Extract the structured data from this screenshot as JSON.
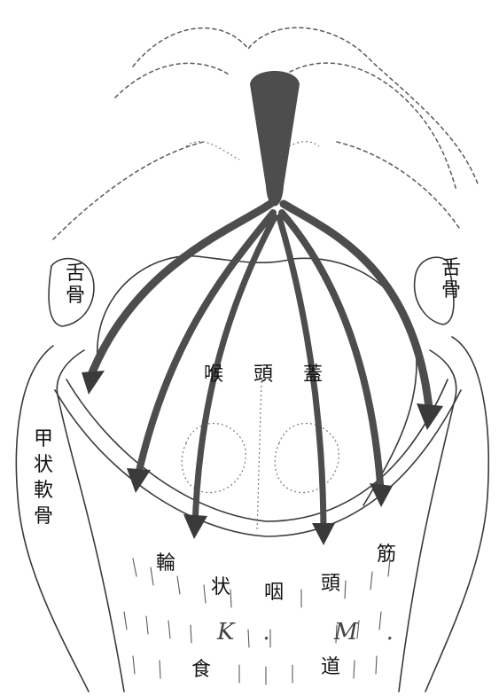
{
  "labels": {
    "hyoid_left": [
      "舌",
      "骨"
    ],
    "hyoid_right": [
      "舌",
      "骨"
    ],
    "thyroid_cartilage": [
      "甲",
      "状",
      "軟",
      "骨"
    ],
    "epiglottis": [
      "喉",
      "頭",
      "蓋"
    ],
    "cricopharyngeus": [
      "輪",
      "状",
      "咽",
      "頭",
      "筋"
    ],
    "esophagus": [
      "食",
      "道"
    ],
    "signature": "K. M."
  },
  "colors": {
    "line": "#3a3a3a",
    "muscle_fan": "#4d4d4d",
    "text": "#111111"
  }
}
